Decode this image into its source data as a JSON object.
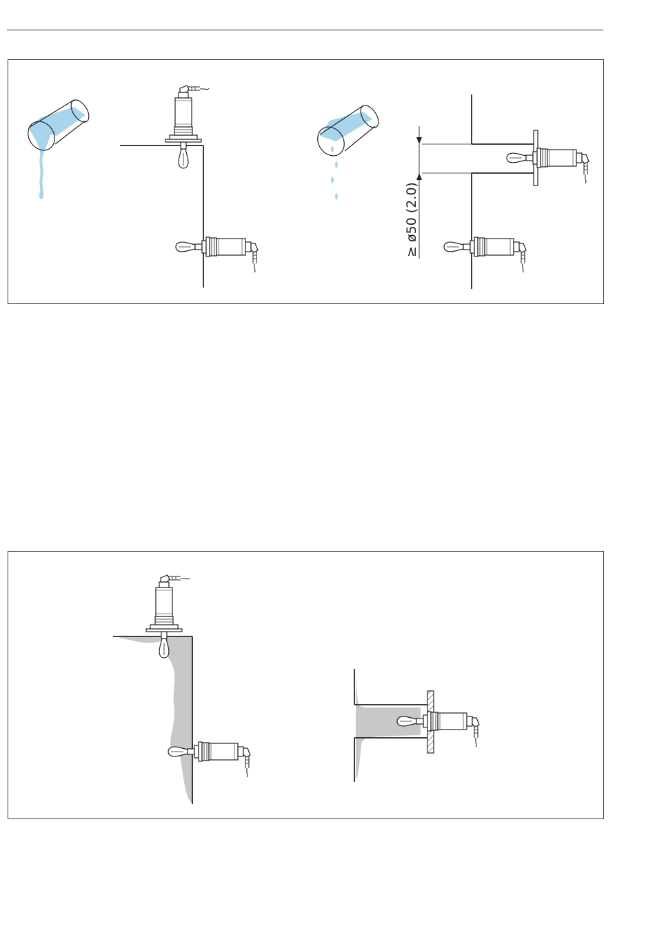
{
  "figures": [
    {
      "id": "installation-sensitivity",
      "dimension_label": "≥ ø50 (2.0)",
      "liquid_color": "#a8d4ec",
      "line_color": "#222222"
    },
    {
      "id": "buildup-deposits",
      "deposit_color": "#c8c8c8",
      "line_color": "#222222"
    }
  ]
}
